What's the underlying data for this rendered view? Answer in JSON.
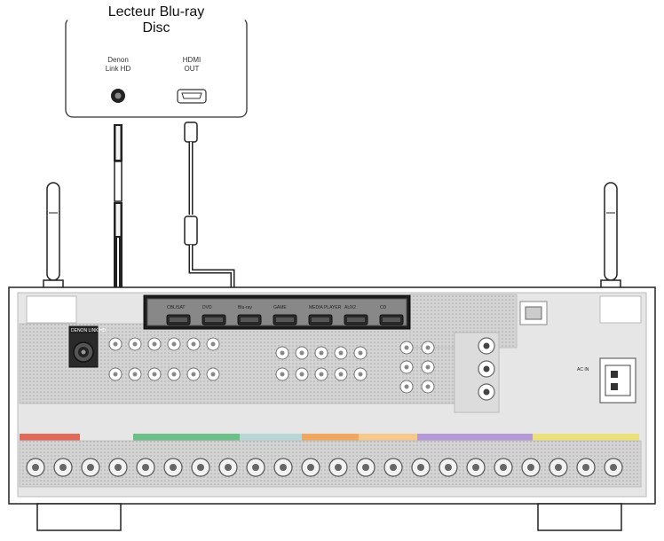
{
  "player": {
    "title_line1": "Lecteur Blu-ray",
    "title_line2": "Disc",
    "denon_link_label_1": "Denon",
    "denon_link_label_2": "Link HD",
    "hdmi_label_1": "HDMI",
    "hdmi_label_2": "OUT"
  },
  "receiver": {
    "hdmi_inputs": [
      "CBL/SAT",
      "DVD",
      "Blu-ray",
      "GAME",
      "MEDIA PLAYER",
      "AUX2",
      "CD"
    ],
    "denon_link_port": "DENON LINK HD",
    "ac_in": "AC IN"
  },
  "colors": {
    "line": "#222222",
    "panel_gray": "#cfcfcf",
    "hdmi_strip": "#1c1c1c",
    "zone_red": "#e06a5a",
    "zone_green": "#6cbf86",
    "zone_orange": "#f0a860",
    "zone_purple": "#b59ad8",
    "zone_yellow": "#ece07a"
  }
}
